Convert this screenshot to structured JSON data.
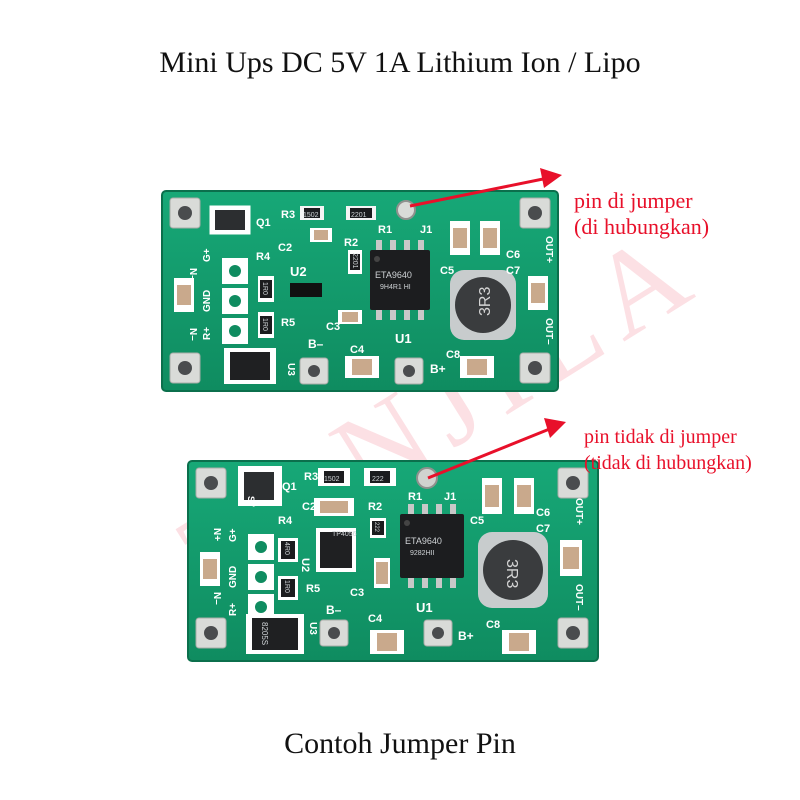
{
  "title": "Mini Ups DC 5V 1A Lithium Ion / Lipo",
  "caption": "Contoh Jumper Pin",
  "watermark": "TANJILA",
  "colors": {
    "annotation": "#e8102a",
    "pcb": "#139a6a",
    "pad": "#d7d9d6"
  },
  "annotations": {
    "top": {
      "line1": "pin di jumper",
      "line2": "(di hubungkan)"
    },
    "bottom": {
      "line1": "pin tidak di jumper",
      "line2": "(tidak di hubungkan)"
    }
  },
  "board_top": {
    "labels": {
      "q1": "Q1",
      "r3": "R3",
      "r3_code": "1502",
      "r_code2": "2201",
      "r2": "R2",
      "r1": "R1",
      "j1": "J1",
      "c2": "C2",
      "r4": "R4",
      "u2": "U2",
      "r5": "R5",
      "c3": "C3",
      "c4": "C4",
      "u1": "U1",
      "u3": "U3",
      "c5": "C5",
      "c6": "C6",
      "c7": "C7",
      "c8": "C8",
      "nminus": "N–",
      "gplus": "G+",
      "gnd": "GND",
      "rplus": "R+",
      "nminus2": "N–",
      "bminus": "B–",
      "bplus": "B+",
      "outplus": "OUT+",
      "outminus": "OUT–",
      "chip": "ETA9640",
      "chip2": "9H4R1 HI",
      "inductor": "3R3",
      "r4_code": "1R0",
      "r5_code": "1R0",
      "r2_code": "2201"
    }
  },
  "board_bottom": {
    "labels": {
      "q1": "Q1",
      "s7": "S7",
      "r3": "R3",
      "r3_code": "1502",
      "r_code2": "222",
      "r2": "R2",
      "r1": "R1",
      "j1": "J1",
      "c2": "C2",
      "r4": "R4",
      "u2": "U2",
      "u2_chip": "TP4056",
      "r5": "R5",
      "c3": "C3",
      "c4": "C4",
      "u1": "U1",
      "u3": "U3",
      "c5": "C5",
      "c6": "C6",
      "c7": "C7",
      "c8": "C8",
      "nplus": "N+",
      "gplus": "G+",
      "gnd": "GND",
      "rplus": "R+",
      "nminus": "N–",
      "bminus": "B–",
      "bplus": "B+",
      "outplus": "OUT+",
      "outminus": "OUT–",
      "chip": "ETA9640",
      "chip2": "9282HII",
      "inductor": "3R3",
      "u3_chip": "8205S",
      "r4_code": "4R0",
      "r5_code": "1R0",
      "r2_code": "222"
    }
  }
}
